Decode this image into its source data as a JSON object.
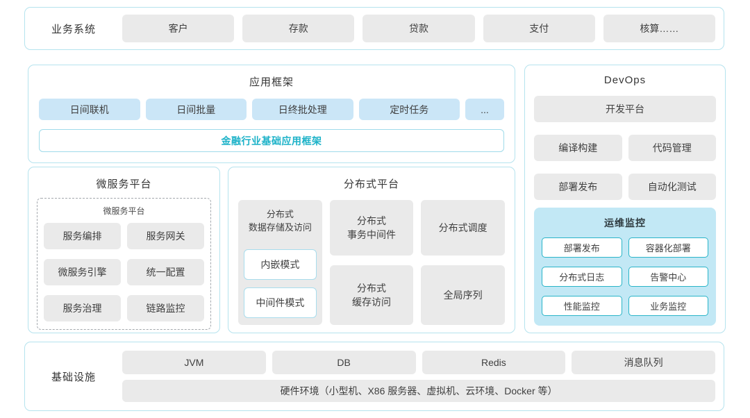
{
  "colors": {
    "panel_border": "#b5e3ee",
    "gray_box": "#eaeaea",
    "blue_box": "#cbe6f7",
    "monitoring_bg": "#c2e8f5",
    "teal_border": "#29b4c8",
    "teal_text": "#1cb2c8",
    "text": "#3f3f3f"
  },
  "business_systems": {
    "label": "业务系统",
    "items": [
      "客户",
      "存款",
      "贷款",
      "支付",
      "核算……"
    ]
  },
  "app_framework": {
    "title": "应用框架",
    "modules": [
      "日间联机",
      "日间批量",
      "日终批处理",
      "定时任务",
      "..."
    ],
    "base": "金融行业基础应用框架"
  },
  "devops": {
    "title": "DevOps",
    "dev_platform": "开发平台",
    "tools": [
      "编译构建",
      "代码管理",
      "部署发布",
      "自动化测试"
    ],
    "monitoring": {
      "title": "运维监控",
      "items": [
        "部署发布",
        "容器化部署",
        "分布式日志",
        "告警中心",
        "性能监控",
        "业务监控"
      ]
    }
  },
  "microservices": {
    "title": "微服务平台",
    "inner_label": "微服务平台",
    "items": [
      "服务编排",
      "服务网关",
      "微服务引擎",
      "统一配置",
      "服务治理",
      "链路监控"
    ]
  },
  "distributed": {
    "title": "分布式平台",
    "storage": {
      "title": "分布式\n数据存储及访问",
      "modes": [
        "内嵌模式",
        "中间件模式"
      ]
    },
    "middle": [
      "分布式\n事务中间件",
      "分布式\n缓存访问"
    ],
    "right": [
      "分布式调度",
      "全局序列"
    ]
  },
  "infrastructure": {
    "label": "基础设施",
    "items": [
      "JVM",
      "DB",
      "Redis",
      "消息队列"
    ],
    "hardware": "硬件环境（小型机、X86 服务器、虚拟机、云环境、Docker 等）"
  }
}
